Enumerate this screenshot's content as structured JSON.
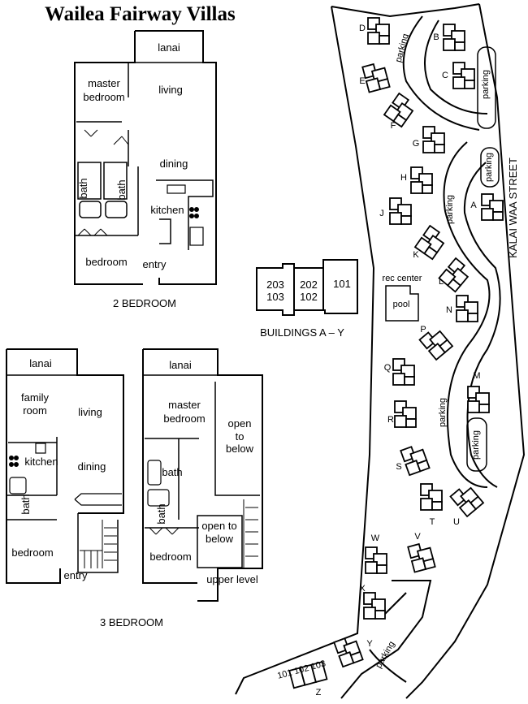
{
  "title": "Wailea Fairway Villas",
  "two_bedroom": {
    "caption": "2 BEDROOM",
    "rooms": {
      "lanai": "lanai",
      "master_bedroom_1": "master",
      "master_bedroom_2": "bedroom",
      "living": "living",
      "dining": "dining",
      "bath_left": "bath",
      "bath_right": "bath",
      "kitchen": "kitchen",
      "bedroom": "bedroom",
      "entry": "entry"
    }
  },
  "three_bedroom": {
    "caption": "3 BEDROOM",
    "lower": {
      "lanai": "lanai",
      "family_1": "family",
      "family_2": "room",
      "living": "living",
      "kitchen": "kitchen",
      "dining": "dining",
      "bath": "bath",
      "bedroom": "bedroom",
      "entry": "entry"
    },
    "upper": {
      "lanai": "lanai",
      "master_1": "master",
      "master_2": "bedroom",
      "open_below_1": "open",
      "open_below_2": "to",
      "open_below_3": "below",
      "bath_top": "bath",
      "bath_bottom": "bath",
      "open_below_small_1": "open to",
      "open_below_small_2": "below",
      "bedroom": "bedroom",
      "level": "upper level"
    }
  },
  "buildings": {
    "caption": "BUILDINGS A – Y",
    "unit_203": "203",
    "unit_103": "103",
    "unit_202": "202",
    "unit_102": "102",
    "unit_101": "101"
  },
  "site": {
    "street": "KALAI WAA STREET",
    "rec_center": "rec center",
    "pool": "pool",
    "parking": "parking",
    "z_units": "101 102 103",
    "buildings": [
      "A",
      "B",
      "C",
      "D",
      "E",
      "F",
      "G",
      "H",
      "J",
      "K",
      "L",
      "M",
      "N",
      "P",
      "Q",
      "R",
      "S",
      "T",
      "U",
      "V",
      "W",
      "X",
      "Y",
      "Z"
    ]
  }
}
